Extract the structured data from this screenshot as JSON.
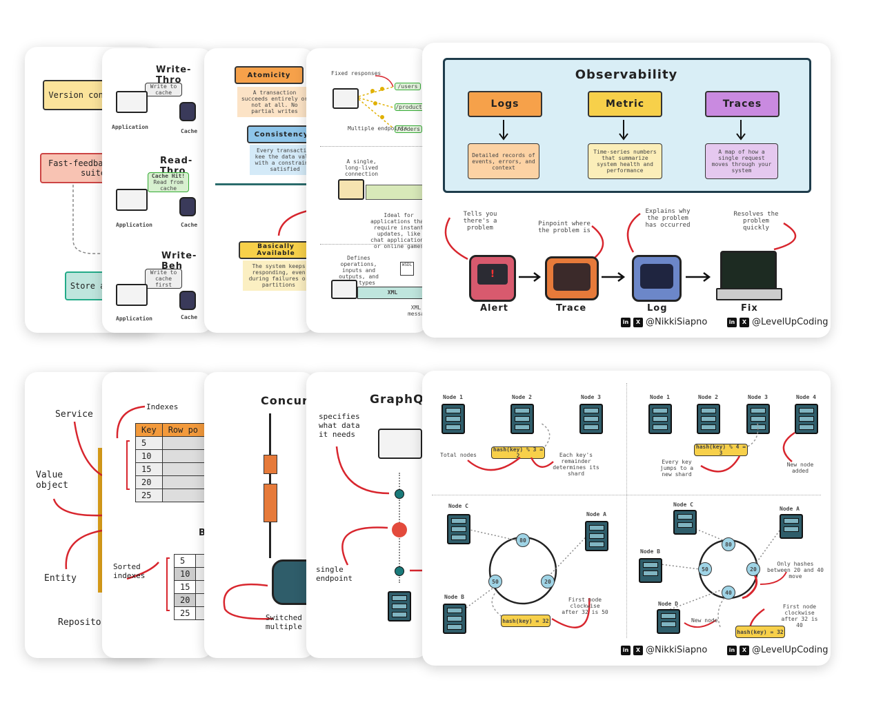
{
  "colors": {
    "orange": "#f6a14a",
    "yellow": "#f7d04a",
    "purple": "#c98ae0",
    "lightblue": "#d9eef6",
    "red": "#d8262e",
    "teal": "#2f5d6a"
  },
  "top_cards": {
    "card1": {
      "box1": "Version con trigger",
      "box2": "Fast-feedback test suite",
      "box3": "Store a in a re"
    },
    "card2": {
      "title1": "Write-Thro",
      "bubble1": "Write to cache",
      "app1": "Application",
      "cache1": "Cache",
      "title2": "Read-Thro",
      "bubble2a": "Cache Hit!",
      "bubble2b": "Read from cache",
      "app2": "Application",
      "cache2": "Cache",
      "title3": "Write-Beh",
      "bubble3": "Write to cache first",
      "app3": "Application",
      "cache3": "Cache"
    },
    "card3": {
      "atomicity": "Atomicity",
      "atomicity_desc": "A transaction succeeds entirely or not at all. No partial writes",
      "consistency": "Consistency",
      "consistency_desc": "Every transaction kee the data valid with a constraints satisfied",
      "basically": "Basically Available",
      "basically_desc": "The system keeps responding, even during failures or partitions"
    },
    "card4": {
      "fixed": "Fixed responses",
      "users": "/users",
      "products": "/products",
      "orders": "/orders",
      "multiple": "Multiple endpoints",
      "single": "A single, long-lived connection",
      "ideal": "Ideal for applications that require instant updates, like chat applications or online games",
      "defines": "Defines operations, inputs and outputs, and data types",
      "wsdl": "WSDL",
      "xml": "XML",
      "xmlmsg": "XML messa"
    }
  },
  "observability": {
    "title": "Observability",
    "logs": "Logs",
    "logs_desc": "Detailed records of events, errors, and context",
    "metric": "Metric",
    "metric_desc": "Time-series numbers that summarize system health and performance",
    "traces": "Traces",
    "traces_desc": "A map of how a single request moves through your system",
    "ann_alert": "Tells you there's a problem",
    "ann_trace": "Pinpoint where the problem is",
    "ann_log": "Explains why the problem has occurred",
    "ann_fix": "Resolves the problem quickly",
    "alert": "Alert",
    "trace": "Trace",
    "log": "Log",
    "fix": "Fix",
    "handle1": "@NikkiSiapno",
    "handle2": "@LevelUpCoding",
    "in": "in",
    "x": "X"
  },
  "bottom_cards": {
    "card1": {
      "service": "Service",
      "value": "Value object",
      "entity": "Entity",
      "repository": "Repository"
    },
    "card2": {
      "indexes": "Indexes",
      "key": "Key",
      "rowpo": "Row po",
      "keys": [
        "5",
        "10",
        "15",
        "20",
        "25"
      ],
      "b": "B",
      "sorted": "Sorted indexes"
    },
    "card3": {
      "title": "Concurr",
      "switched": "Switched b multiple t"
    },
    "card4": {
      "title": "GraphQ",
      "specifies": "specifies what data it needs",
      "single": "single endpoint"
    }
  },
  "hashing": {
    "q1": {
      "nodes": [
        "Node 1",
        "Node 2",
        "Node 3"
      ],
      "formula": "hash(key) % 3 = 2",
      "left": "Total nodes",
      "right": "Each key's remainder determines its shard"
    },
    "q2": {
      "nodes": [
        "Node 1",
        "Node 2",
        "Node 3",
        "Node 4"
      ],
      "formula": "hash(key) % 4 = 3",
      "left": "Every key jumps to a new shard",
      "right": "New node added"
    },
    "q3": {
      "nodes": [
        "Node C",
        "Node A",
        "Node B"
      ],
      "ring": [
        "80",
        "50",
        "20"
      ],
      "formula": "hash(key) = 32",
      "note": "First node clockwise after 32 is 50"
    },
    "q4": {
      "nodes": [
        "Node C",
        "Node A",
        "Node B",
        "Node D"
      ],
      "ring": [
        "80",
        "50",
        "20",
        "40"
      ],
      "formula": "hash(key) = 32",
      "note1": "Only hashes between 20 and 40 move",
      "note2": "First node clockwise after 32 is 40",
      "newnode": "New node"
    },
    "handle1": "@NikkiSiapno",
    "handle2": "@LevelUpCoding",
    "in": "in",
    "x": "X"
  }
}
